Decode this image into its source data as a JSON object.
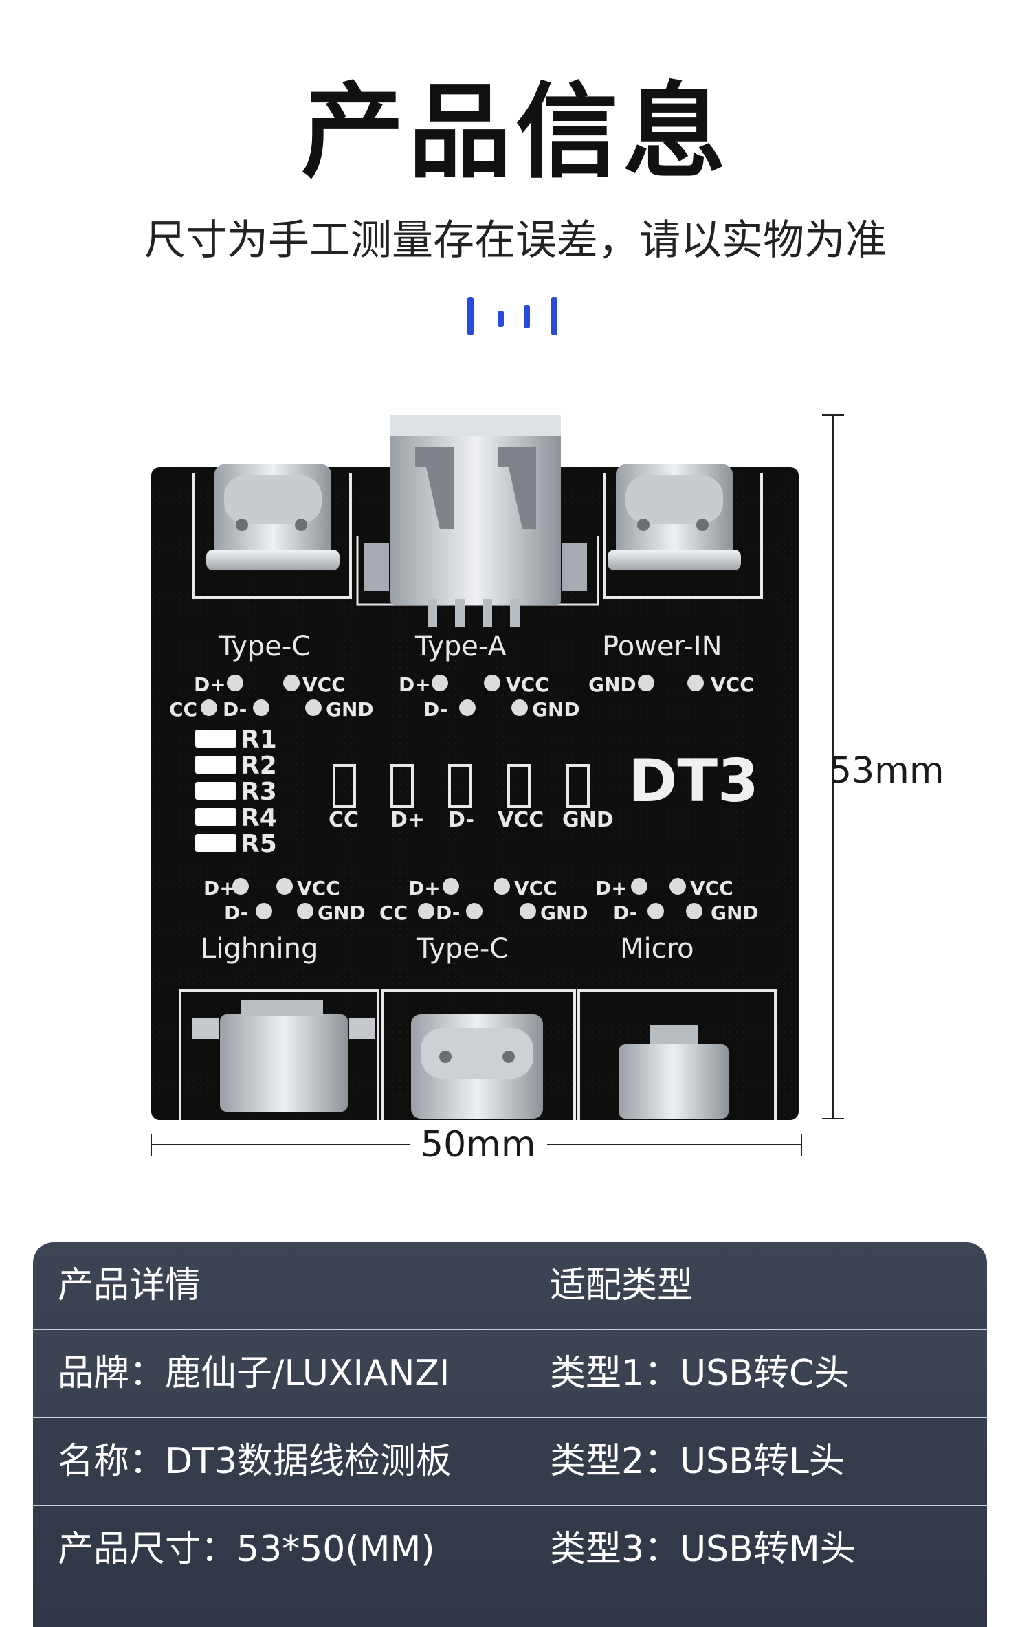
{
  "header": {
    "title": "产品信息",
    "subtitle": "尺寸为手工测量存在误差，请以实物为准"
  },
  "board": {
    "top_labels": [
      "Type-C",
      "Type-A",
      "Power-IN"
    ],
    "bottom_labels": [
      "Lighning",
      "Type-C",
      "Micro"
    ],
    "model_mark": "DT3",
    "resistors": [
      "R1",
      "R2",
      "R3",
      "R4",
      "R5"
    ],
    "led_labels": [
      "CC",
      "D+",
      "D-",
      "VCC",
      "GND"
    ],
    "pin_labels": {
      "dplus": "D+",
      "dminus": "D-",
      "vcc": "VCC",
      "gnd": "GND",
      "cc": "CC"
    },
    "width_label": "50mm",
    "height_label": "53mm"
  },
  "table": {
    "header": [
      "产品详情",
      "适配类型"
    ],
    "rows": [
      [
        "品牌：鹿仙子/LUXIANZI",
        "类型1：USB转C头"
      ],
      [
        "名称：DT3数据线检测板",
        "类型2：USB转L头"
      ],
      [
        "产品尺寸：53*50(MM)",
        "类型3：USB转M头"
      ]
    ]
  },
  "colors": {
    "accent": "#2a4bd7",
    "table_bg": "#373e4e",
    "pcb": "#0d0d0d"
  }
}
